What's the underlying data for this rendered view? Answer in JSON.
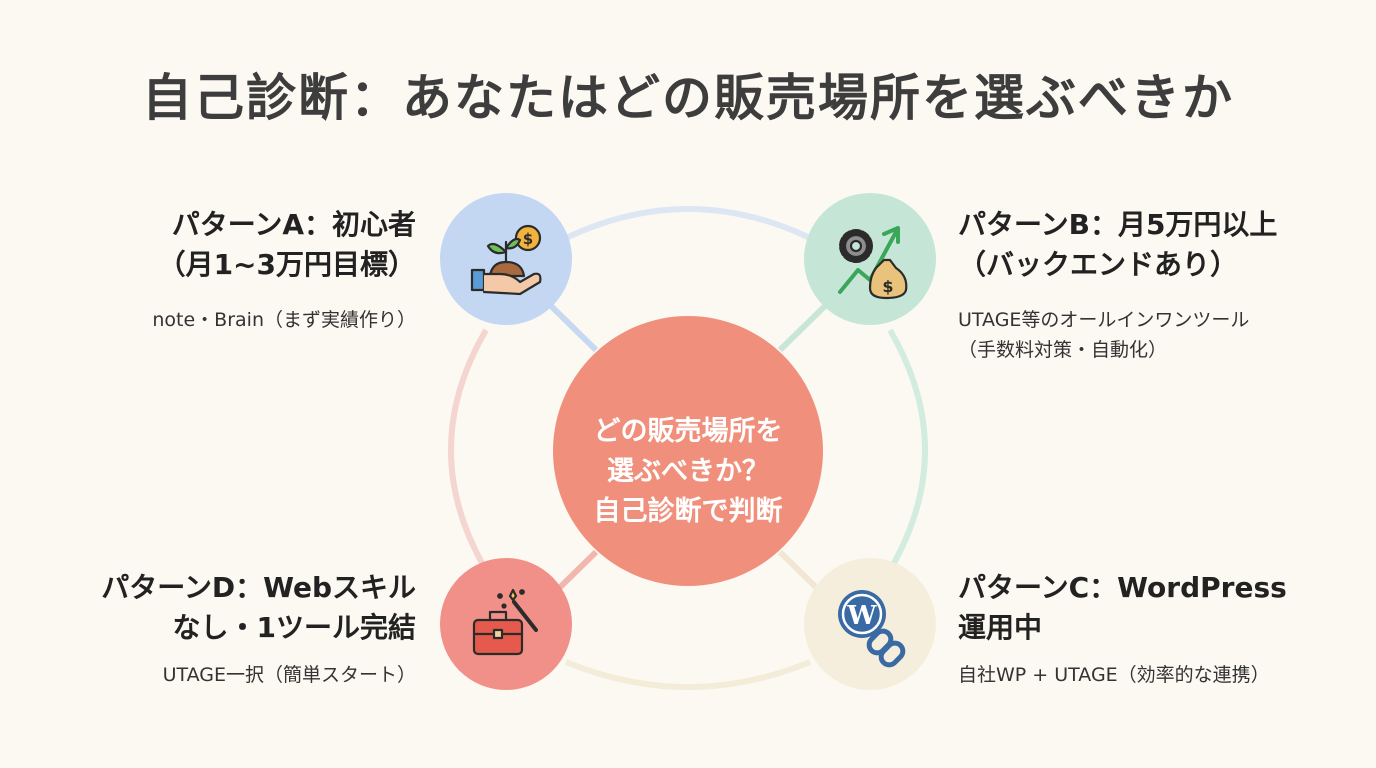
{
  "title": "自己診断：あなたはどの販売場所を選ぶべきか",
  "center": {
    "lines": [
      "どの販売場所を",
      "選ぶべきか？",
      "自己診断で判断"
    ]
  },
  "patterns": {
    "a": {
      "heading": [
        "パターンA：初心者",
        "（月1~3万円目標）"
      ],
      "desc": [
        "note・Brain（まず実績作り）"
      ],
      "icon": "plant-hand-coin-icon"
    },
    "b": {
      "heading": [
        "パターンB：月5万円以上",
        "（バックエンドあり）"
      ],
      "desc": [
        "UTAGE等のオールインワンツール",
        "（手数料対策・自動化）"
      ],
      "icon": "gear-growth-moneybag-icon"
    },
    "c": {
      "heading": [
        "パターンC：WordPress",
        "運用中"
      ],
      "desc": [
        "自社WP + UTAGE（効率的な連携）"
      ],
      "icon": "wordpress-link-icon"
    },
    "d": {
      "heading": [
        "パターンD：Webスキル",
        "なし・1ツール完結"
      ],
      "desc": [
        "UTAGE一択（簡単スタート）"
      ],
      "icon": "toolbox-magic-wand-icon"
    }
  },
  "colors": {
    "center": "#f0907c",
    "a": "#c3d7f2",
    "b": "#c5e6d6",
    "c": "#f5eedc",
    "d": "#f19088",
    "background": "#fcf9f2"
  }
}
